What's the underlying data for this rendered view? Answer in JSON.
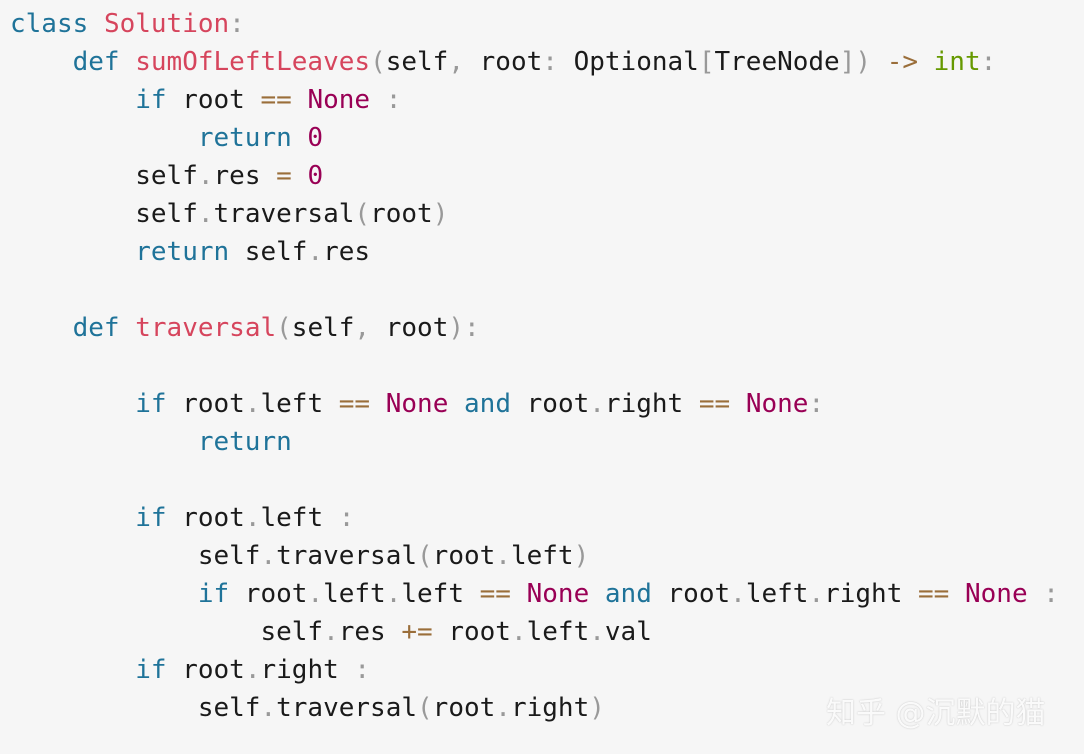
{
  "code": {
    "language": "python",
    "lines": [
      {
        "indent": 0,
        "tokens": [
          {
            "t": "kw",
            "v": "class"
          },
          {
            "t": "id",
            "v": " "
          },
          {
            "t": "fn",
            "v": "Solution"
          },
          {
            "t": "pun",
            "v": ":"
          }
        ]
      },
      {
        "indent": 4,
        "tokens": [
          {
            "t": "kw",
            "v": "def"
          },
          {
            "t": "id",
            "v": " "
          },
          {
            "t": "fn",
            "v": "sumOfLeftLeaves"
          },
          {
            "t": "pun",
            "v": "("
          },
          {
            "t": "id",
            "v": "self"
          },
          {
            "t": "pun",
            "v": ","
          },
          {
            "t": "id",
            "v": " root"
          },
          {
            "t": "pun",
            "v": ":"
          },
          {
            "t": "id",
            "v": " Optional"
          },
          {
            "t": "pun",
            "v": "["
          },
          {
            "t": "id",
            "v": "TreeNode"
          },
          {
            "t": "pun",
            "v": "])"
          },
          {
            "t": "id",
            "v": " "
          },
          {
            "t": "op",
            "v": "->"
          },
          {
            "t": "id",
            "v": " "
          },
          {
            "t": "bi",
            "v": "int"
          },
          {
            "t": "pun",
            "v": ":"
          }
        ]
      },
      {
        "indent": 8,
        "tokens": [
          {
            "t": "kw",
            "v": "if"
          },
          {
            "t": "id",
            "v": " root "
          },
          {
            "t": "op",
            "v": "=="
          },
          {
            "t": "id",
            "v": " "
          },
          {
            "t": "num",
            "v": "None"
          },
          {
            "t": "id",
            "v": " "
          },
          {
            "t": "pun",
            "v": ":"
          }
        ]
      },
      {
        "indent": 12,
        "tokens": [
          {
            "t": "kw",
            "v": "return"
          },
          {
            "t": "id",
            "v": " "
          },
          {
            "t": "num",
            "v": "0"
          }
        ]
      },
      {
        "indent": 8,
        "tokens": [
          {
            "t": "id",
            "v": "self"
          },
          {
            "t": "pun",
            "v": "."
          },
          {
            "t": "id",
            "v": "res "
          },
          {
            "t": "op",
            "v": "="
          },
          {
            "t": "id",
            "v": " "
          },
          {
            "t": "num",
            "v": "0"
          }
        ]
      },
      {
        "indent": 8,
        "tokens": [
          {
            "t": "id",
            "v": "self"
          },
          {
            "t": "pun",
            "v": "."
          },
          {
            "t": "id",
            "v": "traversal"
          },
          {
            "t": "pun",
            "v": "("
          },
          {
            "t": "id",
            "v": "root"
          },
          {
            "t": "pun",
            "v": ")"
          }
        ]
      },
      {
        "indent": 8,
        "tokens": [
          {
            "t": "kw",
            "v": "return"
          },
          {
            "t": "id",
            "v": " self"
          },
          {
            "t": "pun",
            "v": "."
          },
          {
            "t": "id",
            "v": "res"
          }
        ]
      },
      {
        "indent": 0,
        "tokens": []
      },
      {
        "indent": 4,
        "tokens": [
          {
            "t": "kw",
            "v": "def"
          },
          {
            "t": "id",
            "v": " "
          },
          {
            "t": "fn",
            "v": "traversal"
          },
          {
            "t": "pun",
            "v": "("
          },
          {
            "t": "id",
            "v": "self"
          },
          {
            "t": "pun",
            "v": ","
          },
          {
            "t": "id",
            "v": " root"
          },
          {
            "t": "pun",
            "v": "):"
          }
        ]
      },
      {
        "indent": 0,
        "tokens": []
      },
      {
        "indent": 8,
        "tokens": [
          {
            "t": "kw",
            "v": "if"
          },
          {
            "t": "id",
            "v": " root"
          },
          {
            "t": "pun",
            "v": "."
          },
          {
            "t": "id",
            "v": "left "
          },
          {
            "t": "op",
            "v": "=="
          },
          {
            "t": "id",
            "v": " "
          },
          {
            "t": "num",
            "v": "None"
          },
          {
            "t": "id",
            "v": " "
          },
          {
            "t": "kw",
            "v": "and"
          },
          {
            "t": "id",
            "v": " root"
          },
          {
            "t": "pun",
            "v": "."
          },
          {
            "t": "id",
            "v": "right "
          },
          {
            "t": "op",
            "v": "=="
          },
          {
            "t": "id",
            "v": " "
          },
          {
            "t": "num",
            "v": "None"
          },
          {
            "t": "pun",
            "v": ":"
          }
        ]
      },
      {
        "indent": 12,
        "tokens": [
          {
            "t": "kw",
            "v": "return"
          }
        ]
      },
      {
        "indent": 0,
        "tokens": []
      },
      {
        "indent": 8,
        "tokens": [
          {
            "t": "kw",
            "v": "if"
          },
          {
            "t": "id",
            "v": " root"
          },
          {
            "t": "pun",
            "v": "."
          },
          {
            "t": "id",
            "v": "left "
          },
          {
            "t": "pun",
            "v": ":"
          }
        ]
      },
      {
        "indent": 12,
        "tokens": [
          {
            "t": "id",
            "v": "self"
          },
          {
            "t": "pun",
            "v": "."
          },
          {
            "t": "id",
            "v": "traversal"
          },
          {
            "t": "pun",
            "v": "("
          },
          {
            "t": "id",
            "v": "root"
          },
          {
            "t": "pun",
            "v": "."
          },
          {
            "t": "id",
            "v": "left"
          },
          {
            "t": "pun",
            "v": ")"
          }
        ]
      },
      {
        "indent": 12,
        "tokens": [
          {
            "t": "kw",
            "v": "if"
          },
          {
            "t": "id",
            "v": " root"
          },
          {
            "t": "pun",
            "v": "."
          },
          {
            "t": "id",
            "v": "left"
          },
          {
            "t": "pun",
            "v": "."
          },
          {
            "t": "id",
            "v": "left "
          },
          {
            "t": "op",
            "v": "=="
          },
          {
            "t": "id",
            "v": " "
          },
          {
            "t": "num",
            "v": "None"
          },
          {
            "t": "id",
            "v": " "
          },
          {
            "t": "kw",
            "v": "and"
          },
          {
            "t": "id",
            "v": " root"
          },
          {
            "t": "pun",
            "v": "."
          },
          {
            "t": "id",
            "v": "left"
          },
          {
            "t": "pun",
            "v": "."
          },
          {
            "t": "id",
            "v": "right "
          },
          {
            "t": "op",
            "v": "=="
          },
          {
            "t": "id",
            "v": " "
          },
          {
            "t": "num",
            "v": "None"
          },
          {
            "t": "id",
            "v": " "
          },
          {
            "t": "pun",
            "v": ":"
          }
        ]
      },
      {
        "indent": 16,
        "tokens": [
          {
            "t": "id",
            "v": "self"
          },
          {
            "t": "pun",
            "v": "."
          },
          {
            "t": "id",
            "v": "res "
          },
          {
            "t": "op",
            "v": "+="
          },
          {
            "t": "id",
            "v": " root"
          },
          {
            "t": "pun",
            "v": "."
          },
          {
            "t": "id",
            "v": "left"
          },
          {
            "t": "pun",
            "v": "."
          },
          {
            "t": "id",
            "v": "val"
          }
        ]
      },
      {
        "indent": 8,
        "tokens": [
          {
            "t": "kw",
            "v": "if"
          },
          {
            "t": "id",
            "v": " root"
          },
          {
            "t": "pun",
            "v": "."
          },
          {
            "t": "id",
            "v": "right "
          },
          {
            "t": "pun",
            "v": ":"
          }
        ]
      },
      {
        "indent": 12,
        "tokens": [
          {
            "t": "id",
            "v": "self"
          },
          {
            "t": "pun",
            "v": "."
          },
          {
            "t": "id",
            "v": "traversal"
          },
          {
            "t": "pun",
            "v": "("
          },
          {
            "t": "id",
            "v": "root"
          },
          {
            "t": "pun",
            "v": "."
          },
          {
            "t": "id",
            "v": "right"
          },
          {
            "t": "pun",
            "v": ")"
          }
        ]
      }
    ]
  },
  "watermark": {
    "text": "知乎 @沉默的猫"
  },
  "colors": {
    "background": "#f6f6f6",
    "keyword": "#1f7399",
    "function_name": "#d6455d",
    "constant": "#990055",
    "operator": "#9a6e3a",
    "punctuation": "#999999",
    "builtin": "#669900"
  }
}
